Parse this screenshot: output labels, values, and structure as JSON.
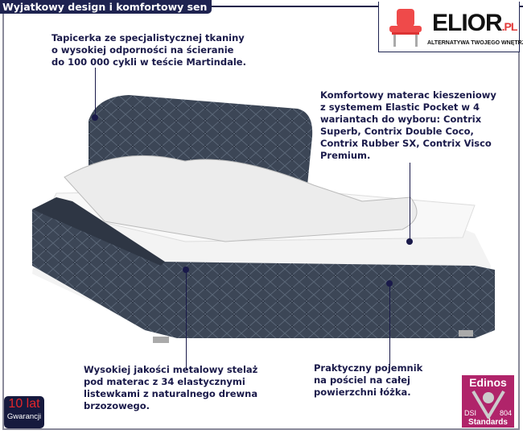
{
  "title": "Wyjatkowy design i komfortowy sen",
  "logo": {
    "brand": "ELIOR",
    "domain": ".PL",
    "tagline": "ALTERNATYWA TWOJEGO WNĘTRZA"
  },
  "features": {
    "fabric": [
      "Tapicerka ze specjalistycznej tkaniny",
      "o wysokiej odporności na ścieranie",
      "do 100 000 cykli w teście Martindale."
    ],
    "mattress": [
      "Komfortowy materac kieszeniowy",
      "z systemem Elastic Pocket w 4",
      "wariantach do wyboru: Contrix",
      "Superb, Contrix Double Coco,",
      "Contrix Rubber SX, Contrix Visco",
      "Premium."
    ],
    "frame": [
      "Wysokiej jakości metalowy stelaż",
      "pod materac z 34 elastycznymi",
      "listewkami z naturalnego drewna",
      "brzozowego."
    ],
    "storage": [
      "Praktyczny pojemnik",
      "na pościel na całej",
      "powierzchni łóżka."
    ]
  },
  "warranty": {
    "years": "10 lat",
    "label": "Gwarancji"
  },
  "certificate": {
    "name": "Edinos",
    "left": "DSI",
    "right": "804",
    "bottom": "Standards"
  }
}
